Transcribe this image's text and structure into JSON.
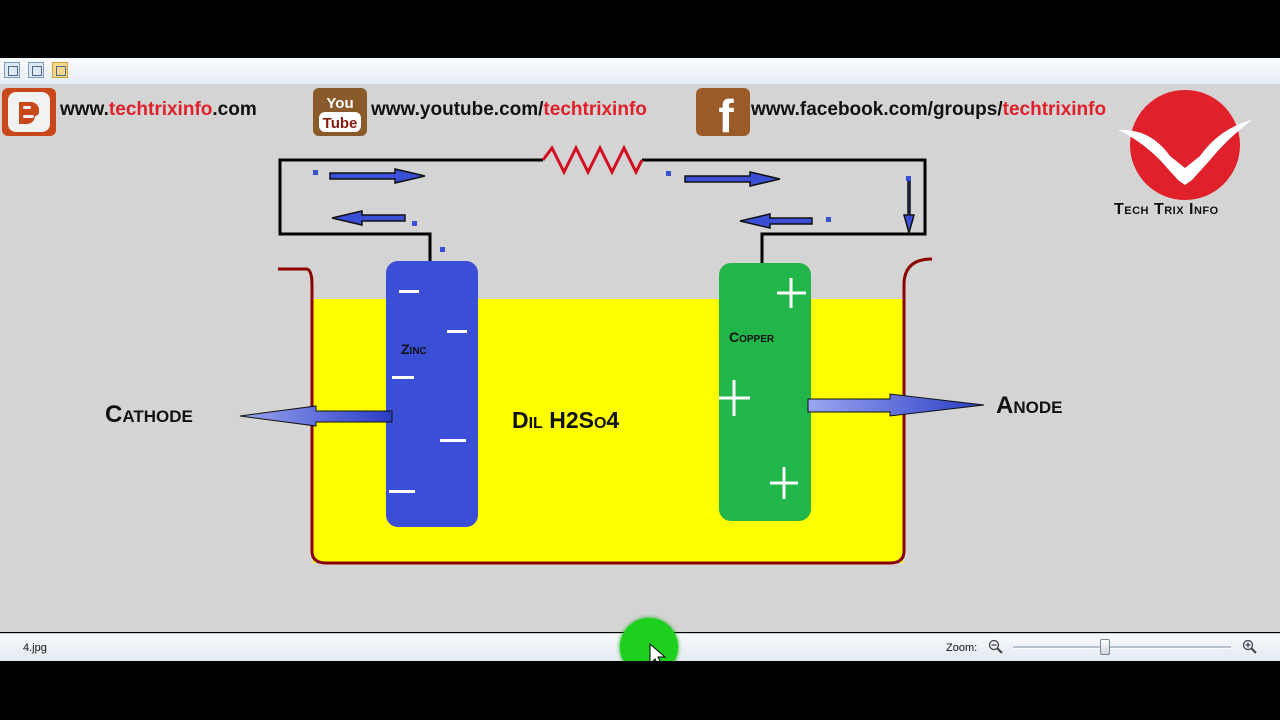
{
  "links": {
    "blog": {
      "pre": "www.",
      "accent": "techtrixinfo",
      "post": ".com"
    },
    "youtube": {
      "pre": "www.youtube.com/",
      "accent": "techtrixinfo",
      "icon_line1": "You",
      "icon_line2": "Tube"
    },
    "facebook": {
      "pre": "www.facebook.com/groups/",
      "accent": "techtrixinfo",
      "icon_letter": "f"
    }
  },
  "brand": {
    "name": "Tech Trix Info"
  },
  "diagram": {
    "cathode_label": "Cathode",
    "anode_label": "Anode",
    "zinc_label": "Zinc",
    "copper_label": "Copper",
    "electrolyte_label": "Dil H2So4",
    "minus": "−",
    "plus": "+"
  },
  "status": {
    "filename": "4.jpg",
    "zoom_label": "Zoom:",
    "zoom_level": 0.42
  },
  "colors": {
    "electrolyte": "#ffff00",
    "zinc": "#3a4fd6",
    "copper": "#22b54a",
    "container_border": "#8b0000",
    "arrow": "#3a4fd6",
    "accent_red": "#e0202a",
    "background": "#d4d4d4"
  },
  "icons": [
    "blogger-icon",
    "youtube-icon",
    "facebook-icon",
    "bird-logo-icon",
    "zoom-out-icon",
    "zoom-in-icon",
    "nav-button"
  ]
}
